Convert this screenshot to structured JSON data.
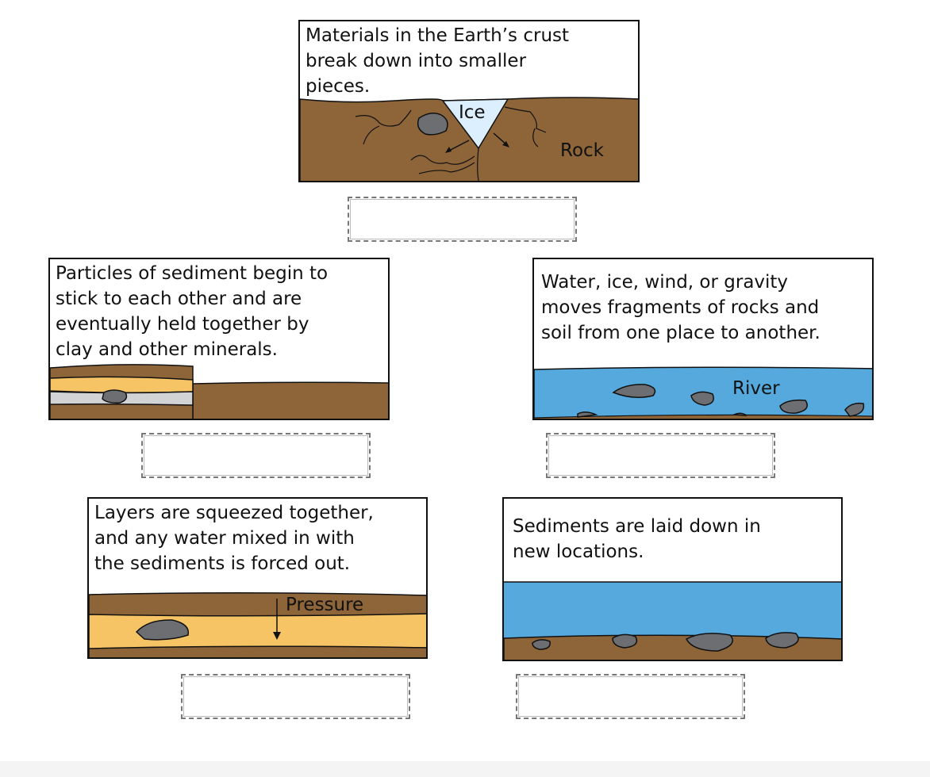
{
  "cards": [
    {
      "text": "Materials in the Earth’s crust\nbreak down into smaller\npieces.",
      "labels": [
        "Ice",
        "Rock"
      ]
    },
    {
      "text": "Particles of sediment begin to\nstick to each other and are\neventually held together by\nclay and other minerals."
    },
    {
      "text": "Water, ice, wind, or gravity\nmoves fragments of rocks and\nsoil from one place to another.",
      "labels": [
        "River"
      ]
    },
    {
      "text": "Layers are squeezed together,\nand any water mixed in with\nthe sediments is forced out.",
      "labels": [
        "Pressure"
      ]
    },
    {
      "text": "Sediments are laid down in\nnew locations."
    }
  ],
  "colors": {
    "soil": "#8e6439",
    "sand": "#f6c464",
    "clay": "#d1d3d4",
    "rock": "#6d6e71",
    "water": "#55a9dc",
    "ice": "#dcefff"
  }
}
